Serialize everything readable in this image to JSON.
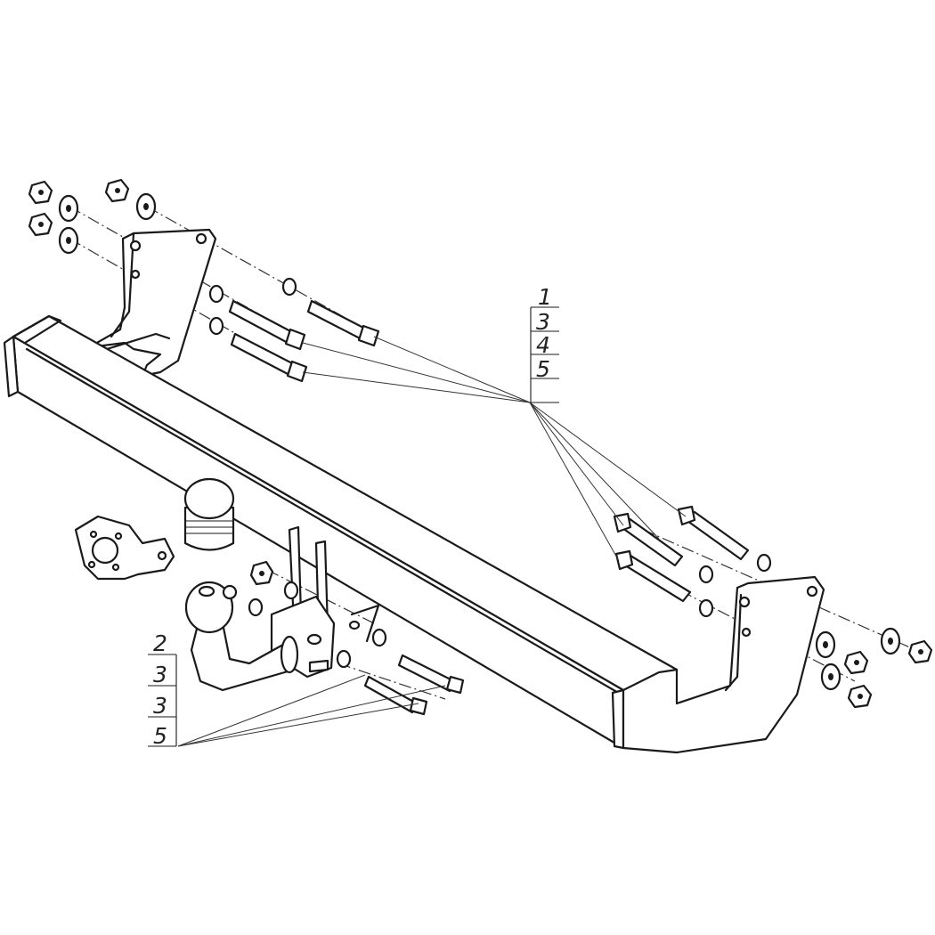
{
  "callouts": {
    "top_right": [
      "1",
      "3",
      "4",
      "5"
    ],
    "bottom_left": [
      "2",
      "3",
      "3",
      "5"
    ]
  },
  "colors": {
    "line": "#1a1a1a",
    "background": "#ffffff"
  }
}
